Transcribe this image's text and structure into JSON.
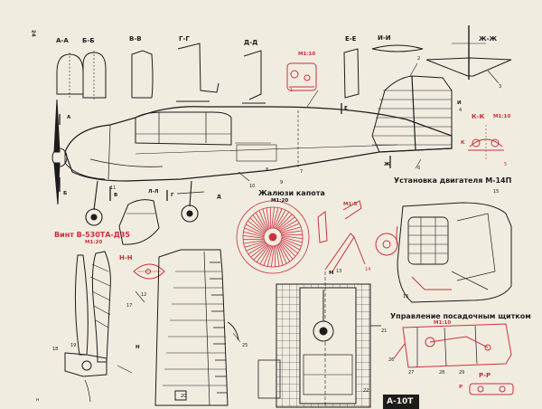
{
  "page_number": "24",
  "section_labels": {
    "a": "А-А",
    "b": "Б-Б",
    "v": "В-В",
    "g": "Г-Г",
    "d": "Д-Д",
    "e": "Е-Е",
    "i": "И-И",
    "zh": "Ж-Ж",
    "k": "К-К",
    "n": "Н-Н",
    "r": "Р-Р",
    "l": "Л-Л"
  },
  "scale_labels": {
    "m1_10_top": "М1:10",
    "m1_10_kk": "М1:10",
    "m1_20_louvres": "М1:20",
    "m1_5": "М1:5",
    "m1_20_prop": "М1:20",
    "m1_10_flap": "М1:10"
  },
  "captions": {
    "engine_mount": "Установка двигателя М-14П",
    "louvres": "Жалюзи капота",
    "propeller": "Винт В-530ТА-Д35",
    "flap_control": "Управление посадочным щитком"
  },
  "marker_letters": {
    "A": "А",
    "B": "Б",
    "V": "В",
    "G": "Г",
    "D": "Д",
    "E": "Е",
    "ZH": "Ж",
    "K": "К",
    "I": "И",
    "H": "Н",
    "M": "М",
    "R": "Р"
  },
  "callouts": [
    "1",
    "2",
    "3",
    "4",
    "5",
    "6",
    "7",
    "8",
    "9",
    "10",
    "11",
    "12",
    "13",
    "14",
    "15",
    "16",
    "17",
    "18",
    "19",
    "20",
    "21",
    "22",
    "25",
    "26",
    "27",
    "28",
    "29"
  ],
  "footer_code": "А-10Т",
  "corner_mark": "н",
  "colors": {
    "paper": "#f1ece0",
    "ink": "#1c1c1c",
    "accent": "#c8323c"
  }
}
